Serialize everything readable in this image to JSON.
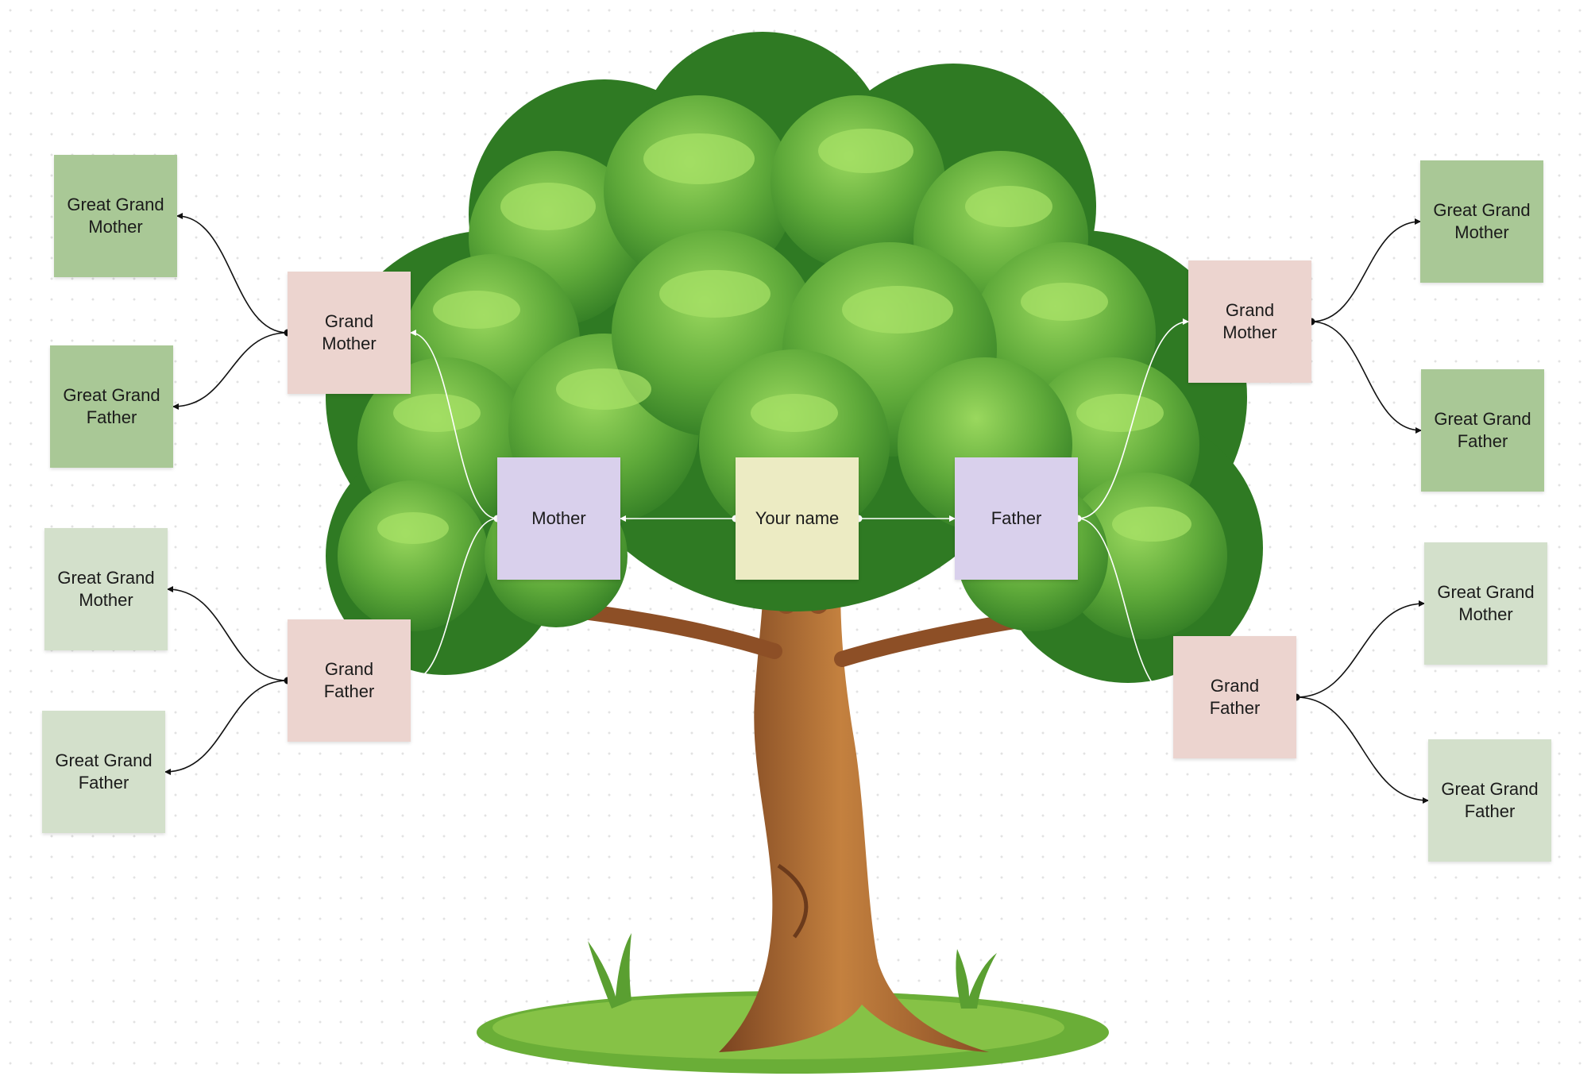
{
  "diagram": {
    "nodes": {
      "self": {
        "label": "Your name",
        "color": "#ecebc3"
      },
      "mother": {
        "label": "Mother",
        "color": "#d9d0ec"
      },
      "father": {
        "label": "Father",
        "color": "#d9d0ec"
      },
      "maternal_grandmother": {
        "label": "Grand\nMother",
        "color": "#ecd4cf"
      },
      "maternal_grandfather": {
        "label": "Grand\nFather",
        "color": "#ecd4cf"
      },
      "paternal_grandmother": {
        "label": "Grand\nMother",
        "color": "#ecd4cf"
      },
      "paternal_grandfather": {
        "label": "Grand\nFather",
        "color": "#ecd4cf"
      },
      "ggm_1": {
        "label": "Great Grand\nMother",
        "color": "#a9c896"
      },
      "ggf_1": {
        "label": "Great Grand\nFather",
        "color": "#a9c896"
      },
      "ggm_2": {
        "label": "Great Grand\nMother",
        "color": "#d3e0cb"
      },
      "ggf_2": {
        "label": "Great Grand\nFather",
        "color": "#d3e0cb"
      },
      "ggm_3": {
        "label": "Great Grand\nMother",
        "color": "#a9c896"
      },
      "ggf_3": {
        "label": "Great Grand\nFather",
        "color": "#a9c896"
      },
      "ggm_4": {
        "label": "Great Grand\nMother",
        "color": "#d3e0cb"
      },
      "ggf_4": {
        "label": "Great Grand\nFather",
        "color": "#d3e0cb"
      }
    },
    "edges": [
      [
        "self",
        "mother"
      ],
      [
        "self",
        "father"
      ],
      [
        "mother",
        "maternal_grandmother"
      ],
      [
        "mother",
        "maternal_grandfather"
      ],
      [
        "father",
        "paternal_grandmother"
      ],
      [
        "father",
        "paternal_grandfather"
      ],
      [
        "maternal_grandmother",
        "ggm_1"
      ],
      [
        "maternal_grandmother",
        "ggf_1"
      ],
      [
        "maternal_grandfather",
        "ggm_2"
      ],
      [
        "maternal_grandfather",
        "ggf_2"
      ],
      [
        "paternal_grandmother",
        "ggm_3"
      ],
      [
        "paternal_grandmother",
        "ggf_3"
      ],
      [
        "paternal_grandfather",
        "ggm_4"
      ],
      [
        "paternal_grandfather",
        "ggf_4"
      ]
    ],
    "illustration": "tree-illustration",
    "colors": {
      "foliage_dark": "#3f8f2c",
      "foliage_mid": "#5faa3a",
      "foliage_light": "#8fd05a",
      "trunk": "#9a5a2c",
      "trunk_light": "#c4813f",
      "ground": "#7cb842"
    }
  }
}
